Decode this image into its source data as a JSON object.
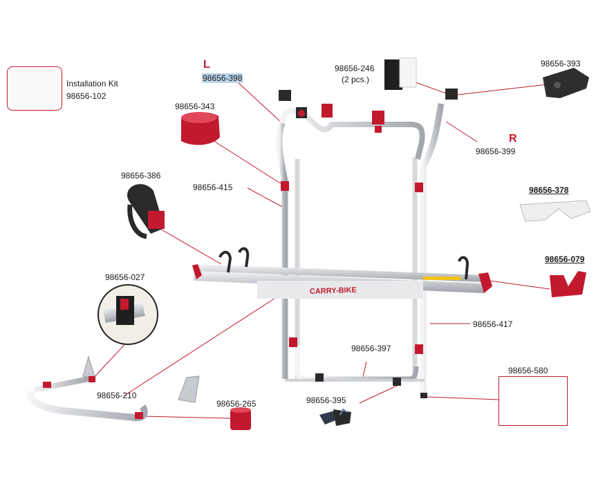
{
  "sides": {
    "left": "L",
    "right": "R"
  },
  "labels": {
    "installation_kit_line1": "Installation Kit",
    "installation_kit_line2": "98656-102",
    "p398": "98656-398",
    "p246_line1": "98656-246",
    "p246_line2": "(2 pcs.)",
    "p393": "98656-393",
    "p343": "98656-343",
    "p399": "98656-399",
    "p386": "98656-386",
    "p415": "98656-415",
    "p378": "98656-378",
    "p079": "98656-079",
    "p027": "98656-027",
    "p417": "98656-417",
    "p397": "98656-397",
    "p580": "98656-580",
    "p210": "98656-210",
    "p265": "98656-265",
    "p395": "98656-395"
  },
  "rack_text": "CARRY-BIKE",
  "colors": {
    "accent_red": "#c2192e",
    "frame_silver": "#d4d7db",
    "part_black": "#2a2a2a"
  }
}
